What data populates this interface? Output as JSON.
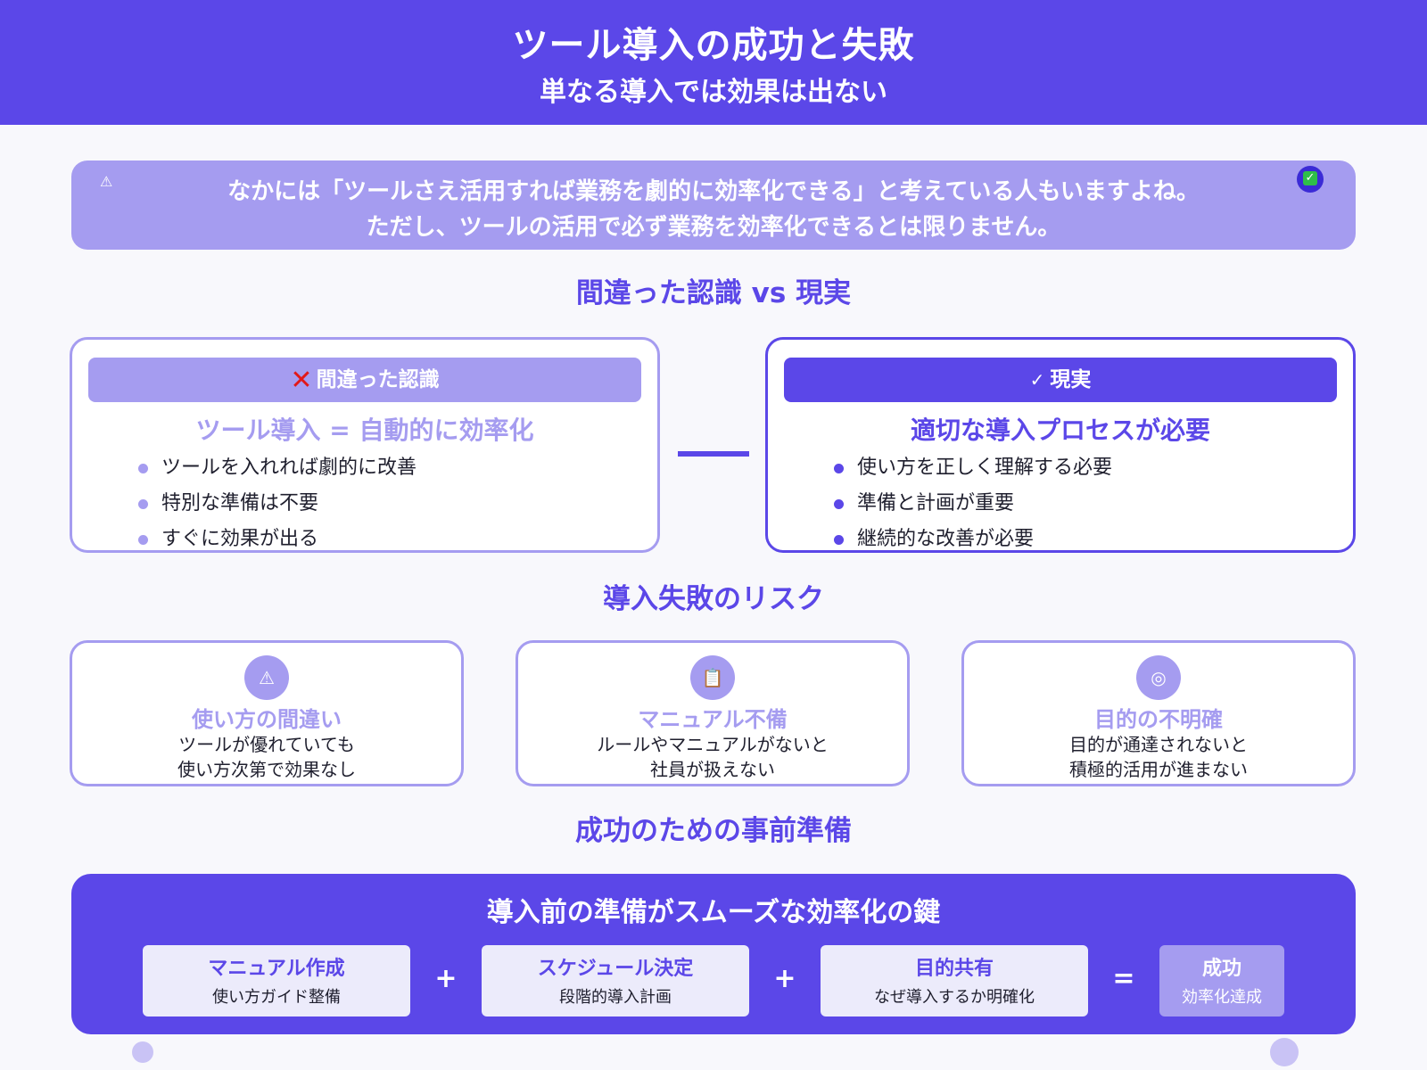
{
  "header": {
    "title": "ツール導入の成功と失敗",
    "subtitle": "単なる導入では効果は出ない"
  },
  "intro": {
    "line1": "なかには「ツールさえ活用すれば業務を劇的に効率化できる」と考えている人もいますよね。",
    "line2": "ただし、ツールの活用で必ず業務を効率化できるとは限りません。",
    "left_icon": "warning-icon",
    "right_icon": "check-box-icon"
  },
  "sections": {
    "comparison": "間違った認識 vs 現実",
    "risks": "導入失敗のリスク",
    "prep": "成功のための事前準備"
  },
  "wrong": {
    "tab": "間違った認識",
    "headline": "ツール導入 = 自動的に効率化",
    "items": [
      "ツールを入れれば劇的に改善",
      "特別な準備は不要",
      "すぐに効果が出る"
    ]
  },
  "reality": {
    "tab": "現実",
    "headline": "適切な導入プロセスが必要",
    "items": [
      "使い方を正しく理解する必要",
      "準備と計画が重要",
      "継続的な改善が必要"
    ]
  },
  "risks": [
    {
      "icon": "warning-icon",
      "title": "使い方の間違い",
      "desc1": "ツールが優れていても",
      "desc2": "使い方次第で効果なし"
    },
    {
      "icon": "clipboard-icon",
      "title": "マニュアル不備",
      "desc1": "ルールやマニュアルがないと",
      "desc2": "社員が扱えない"
    },
    {
      "icon": "target-icon",
      "title": "目的の不明確",
      "desc1": "目的が通達されないと",
      "desc2": "積極的活用が進まない"
    }
  ],
  "prep": {
    "title": "導入前の準備がスムーズな効率化の鍵",
    "steps": [
      {
        "title": "マニュアル作成",
        "desc": "使い方ガイド整備"
      },
      {
        "title": "スケジュール決定",
        "desc": "段階的導入計画"
      },
      {
        "title": "目的共有",
        "desc": "なぜ導入するか明確化"
      },
      {
        "title": "成功",
        "desc": "効率化達成"
      }
    ],
    "plus": "+",
    "equals": "="
  },
  "colors": {
    "primary": "#5b47e8",
    "light": "#a59cf0",
    "error": "#e21818"
  }
}
